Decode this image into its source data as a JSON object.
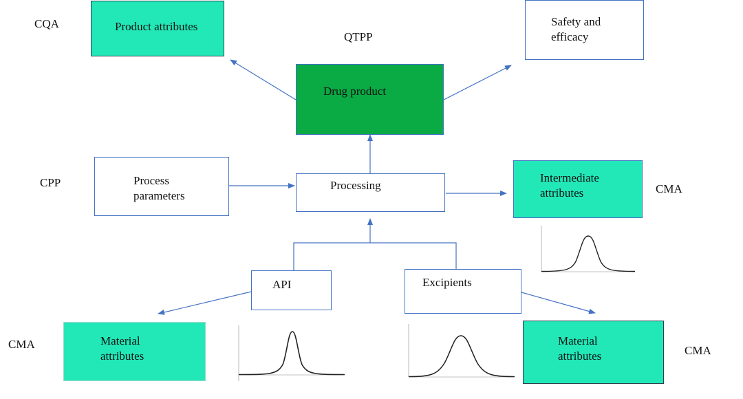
{
  "labels": {
    "cqa": "CQA",
    "qtpp": "QTPP",
    "cpp": "CPP",
    "cma_intermediate": "CMA",
    "cma_left": "CMA",
    "cma_right": "CMA"
  },
  "boxes": {
    "product_attributes": "Product attributes",
    "safety_efficacy": "Safety and\nefficacy",
    "drug_product": "Drug product",
    "process_parameters": "Process\nparameters",
    "processing": "Processing",
    "intermediate_attributes": "Intermediate\nattributes",
    "api": "API",
    "excipients": "Excipients",
    "material_attributes_left": "Material\nattributes",
    "material_attributes_right": "Material\nattributes"
  },
  "colors": {
    "teal": "#22e8b8",
    "green": "#0aaa44",
    "arrow": "#4472c4",
    "border": "#4472c4"
  },
  "icons": {
    "distribution": "normal-distribution-curve"
  }
}
